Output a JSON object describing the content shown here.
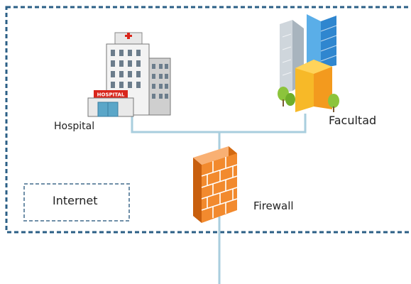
{
  "nodes": {
    "hospital": {
      "label": "Hospital",
      "sign": "HOSPITAL",
      "icon": "hospital-building-icon"
    },
    "facultad": {
      "label": "Facultad",
      "icon": "office-buildings-icon"
    },
    "firewall": {
      "label": "Firewall",
      "icon": "brick-wall-icon"
    },
    "internet": {
      "label": "Internet"
    }
  },
  "colors": {
    "dashed_border": "#2b5f86",
    "connector": "#a9cede",
    "firewall_brick": "#f28a2e",
    "firewall_mortar": "#ffffff"
  }
}
